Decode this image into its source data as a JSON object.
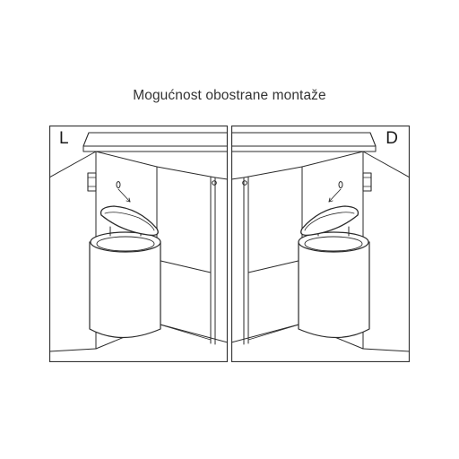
{
  "title": "Mogućnost obostrane montaže",
  "panels": [
    {
      "side_label": "L"
    },
    {
      "side_label": "D"
    }
  ]
}
